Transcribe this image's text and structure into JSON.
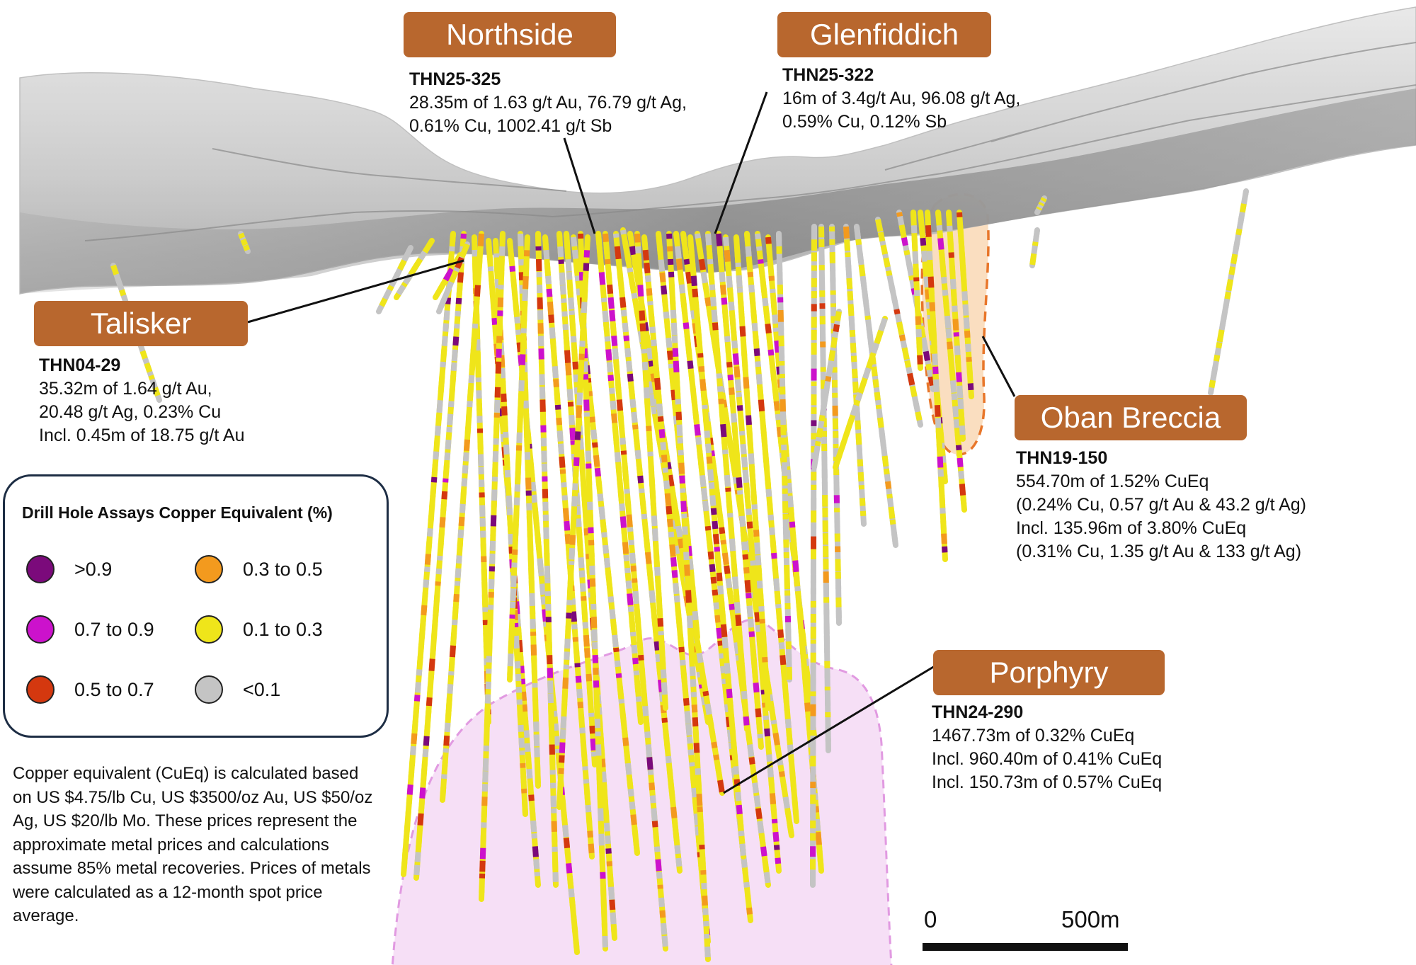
{
  "zones": [
    {
      "name": "Northside",
      "hole": "THN25-325",
      "lines": [
        "28.35m of 1.63 g/t Au, 76.79 g/t Ag,",
        "0.61% Cu, 1002.41 g/t Sb"
      ]
    },
    {
      "name": "Glenfiddich",
      "hole": "THN25-322",
      "lines": [
        "16m of 3.4g/t Au, 96.08 g/t Ag,",
        "0.59% Cu, 0.12% Sb"
      ]
    },
    {
      "name": "Talisker",
      "hole": "THN04-29",
      "lines": [
        "35.32m of 1.64 g/t Au,",
        "20.48 g/t Ag, 0.23% Cu",
        "Incl. 0.45m of 18.75 g/t Au"
      ]
    },
    {
      "name": "Oban Breccia",
      "hole": "THN19-150",
      "lines": [
        "554.70m of 1.52% CuEq",
        "(0.24% Cu, 0.57 g/t Au & 43.2 g/t Ag)",
        "Incl. 135.96m of 3.80% CuEq",
        "(0.31% Cu, 1.35 g/t Au & 133 g/t Ag)"
      ]
    },
    {
      "name": "Porphyry",
      "hole": "THN24-290",
      "lines": [
        "1467.73m of 0.32% CuEq",
        "Incl. 960.40m of 0.41% CuEq",
        "Incl. 150.73m of 0.57% CuEq"
      ]
    }
  ],
  "legend": {
    "title": "Drill Hole Assays Copper Equivalent (%)",
    "items": [
      {
        "label": ">0.9",
        "color": "#7b0a7b"
      },
      {
        "label": "0.3 to 0.5",
        "color": "#f39a1e"
      },
      {
        "label": "0.7 to 0.9",
        "color": "#cc12cc"
      },
      {
        "label": "0.1 to 0.3",
        "color": "#efe51a"
      },
      {
        "label": "0.5 to 0.7",
        "color": "#d4380f"
      },
      {
        "label": "<0.1",
        "color": "#c4c4c4"
      }
    ]
  },
  "note": "Copper equivalent (CuEq) is calculated based on US $4.75/lb Cu, US $3500/oz Au, US $50/oz Ag, US $20/lb Mo. These prices represent the approximate metal prices and calculations assume 85% metal recoveries. Prices of metals were calculated as a 12-month spot price average.",
  "scale": {
    "start": "0",
    "end": "500m"
  },
  "colors": {
    "label_bg": "#b8672e",
    "porphyry_fill": "#f5ddf5",
    "breccia_fill": "#f6c896",
    "breccia_outline": "#e8762a"
  }
}
